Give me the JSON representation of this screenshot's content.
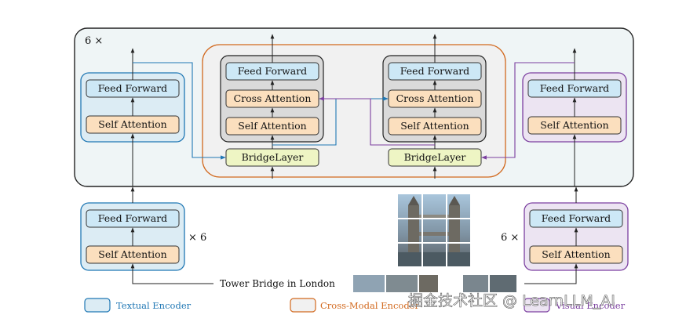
{
  "top_multiplier": "6 ×",
  "textual_multiplier": "× 6",
  "visual_multiplier": "6 ×",
  "labels": {
    "feed_forward": "Feed Forward",
    "self_attention": "Self Attention",
    "cross_attention": "Cross Attention",
    "bridge_layer": "BridgeLayer"
  },
  "input_text": "Tower Bridge in London",
  "legend": {
    "textual": "Textual Encoder",
    "cross_modal": "Cross-Modal Encoder",
    "visual": "Visual Encoder"
  },
  "watermark": "掘金技术社区 @ LearnLLM_AI",
  "colors": {
    "textual": "#1f77b4",
    "textual_fill": "#dcecf4",
    "cross_modal": "#d2691e",
    "visual": "#7b3fa0",
    "visual_fill": "#ece4f2",
    "feed_forward_fill": "#cde8f6",
    "attention_fill": "#fbdfbe",
    "bridge_fill": "#eef5c4",
    "cross_block_fill": "#dadada"
  }
}
